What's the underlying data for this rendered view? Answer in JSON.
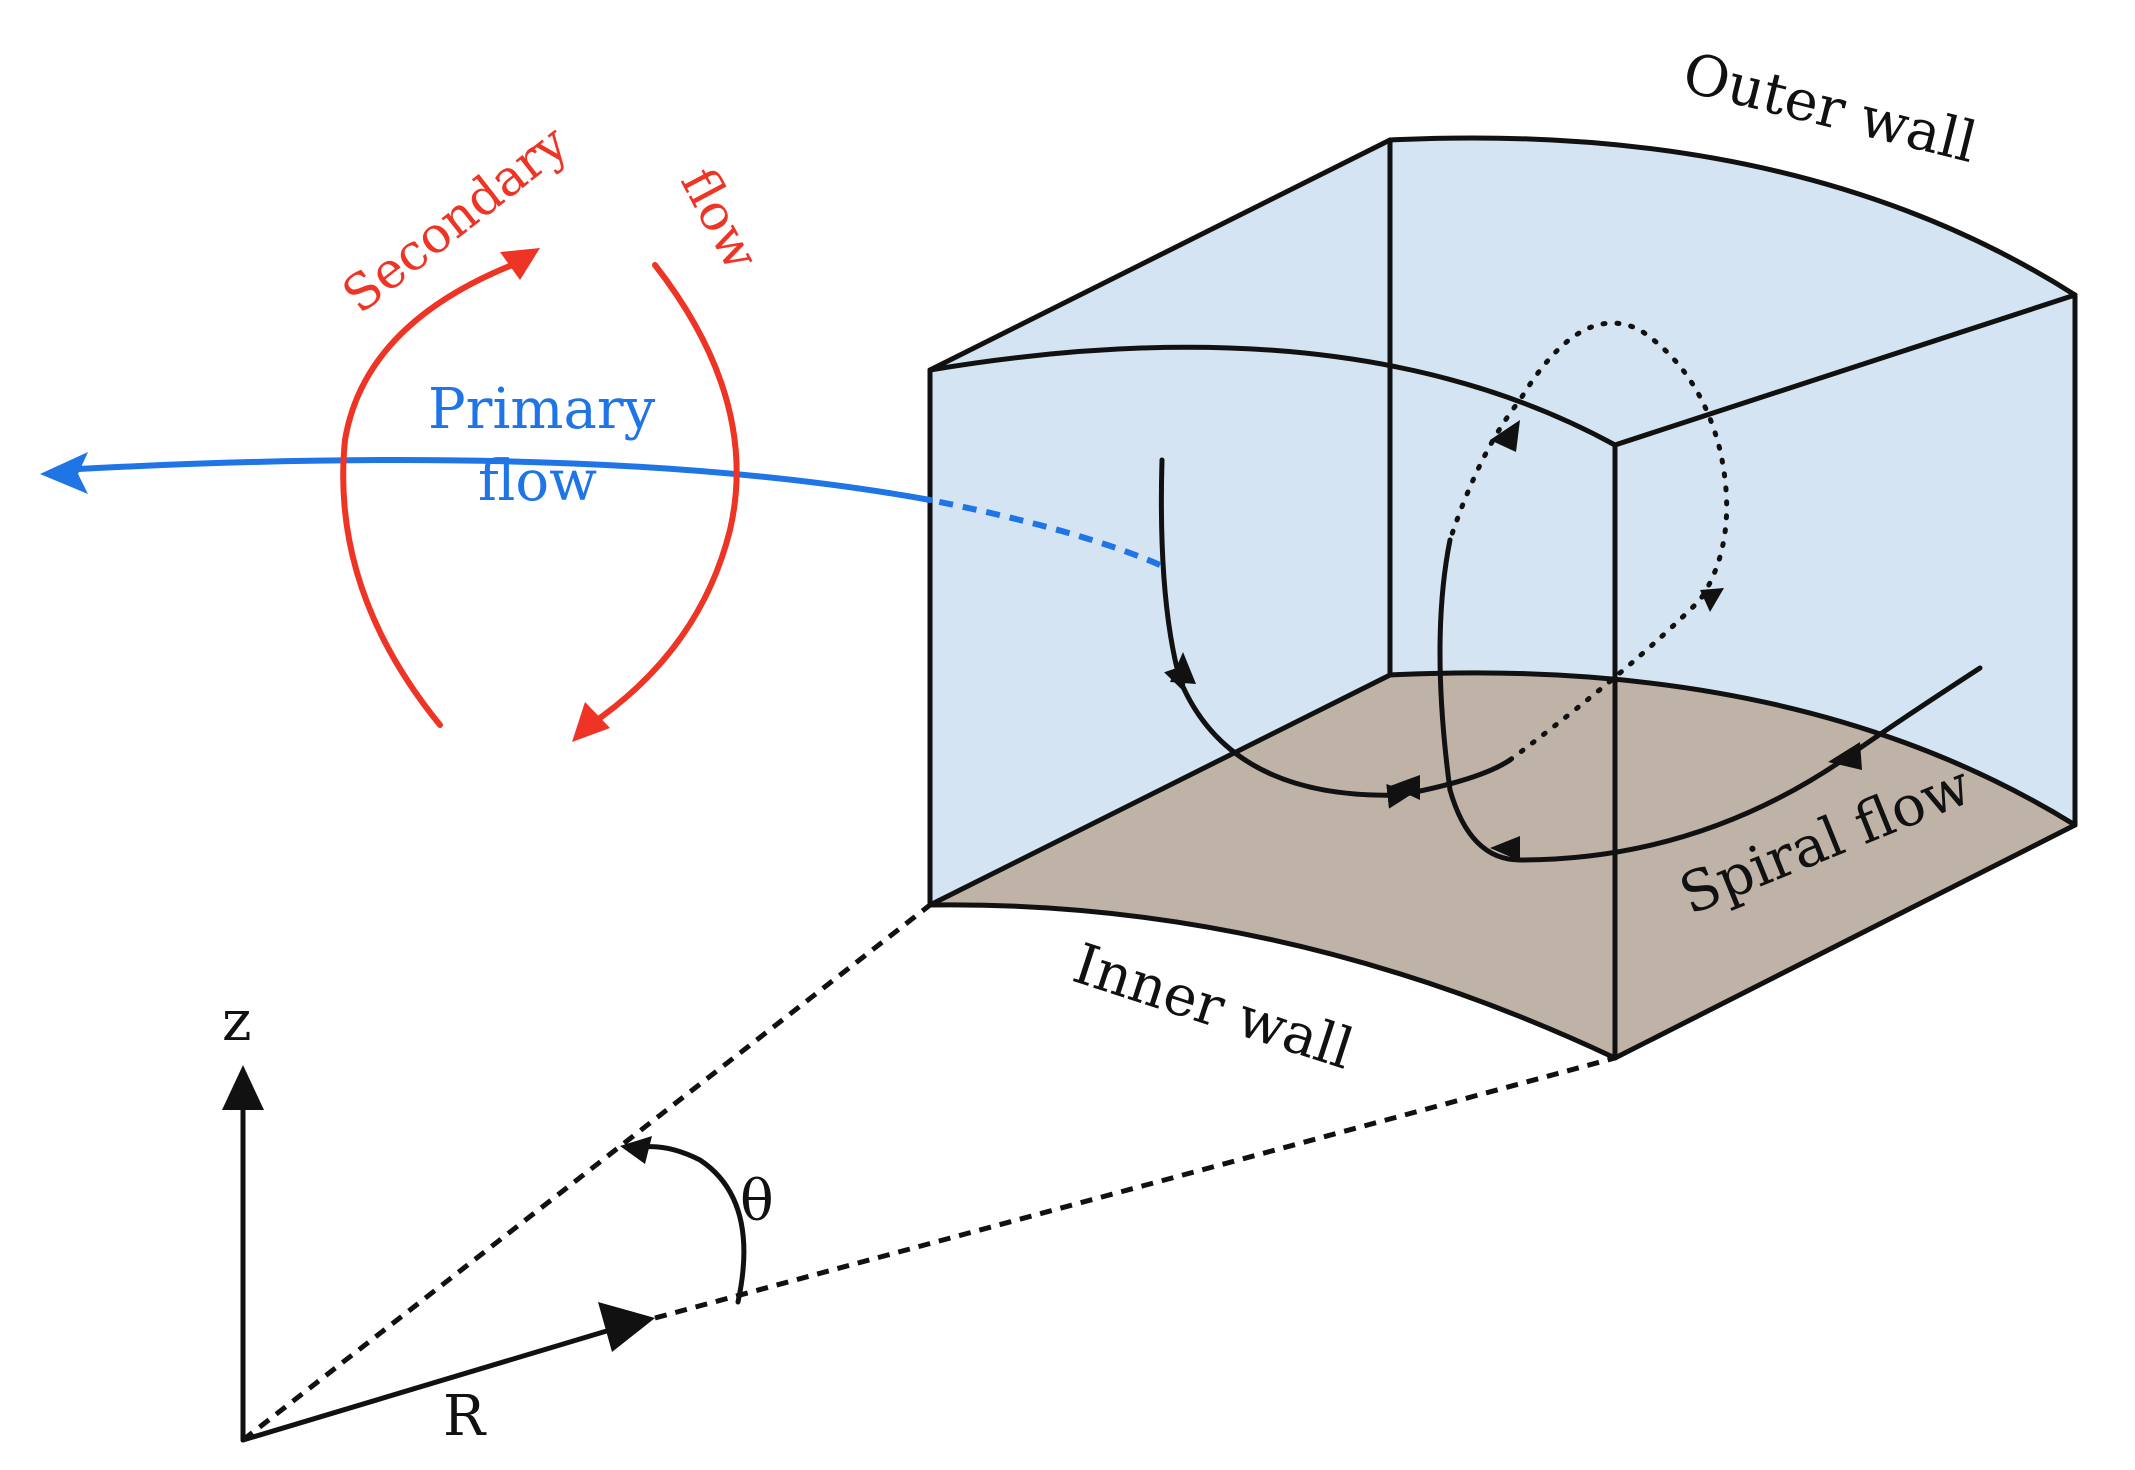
{
  "labels": {
    "outer_wall": "Outer wall",
    "inner_wall": "Inner wall",
    "secondary": "Secondary",
    "flow_red": "flow",
    "primary": "Primary",
    "primary_flow": "flow",
    "spiral_flow": "Spiral flow",
    "axis_z": "z",
    "axis_r": "R",
    "angle_theta": "θ"
  },
  "colors": {
    "box_fill": "#d4e4f2",
    "floor_fill": "#bfb3a8",
    "secondary_flow": "#ee3424",
    "primary_flow": "#1f74e6",
    "lines": "#111111"
  }
}
